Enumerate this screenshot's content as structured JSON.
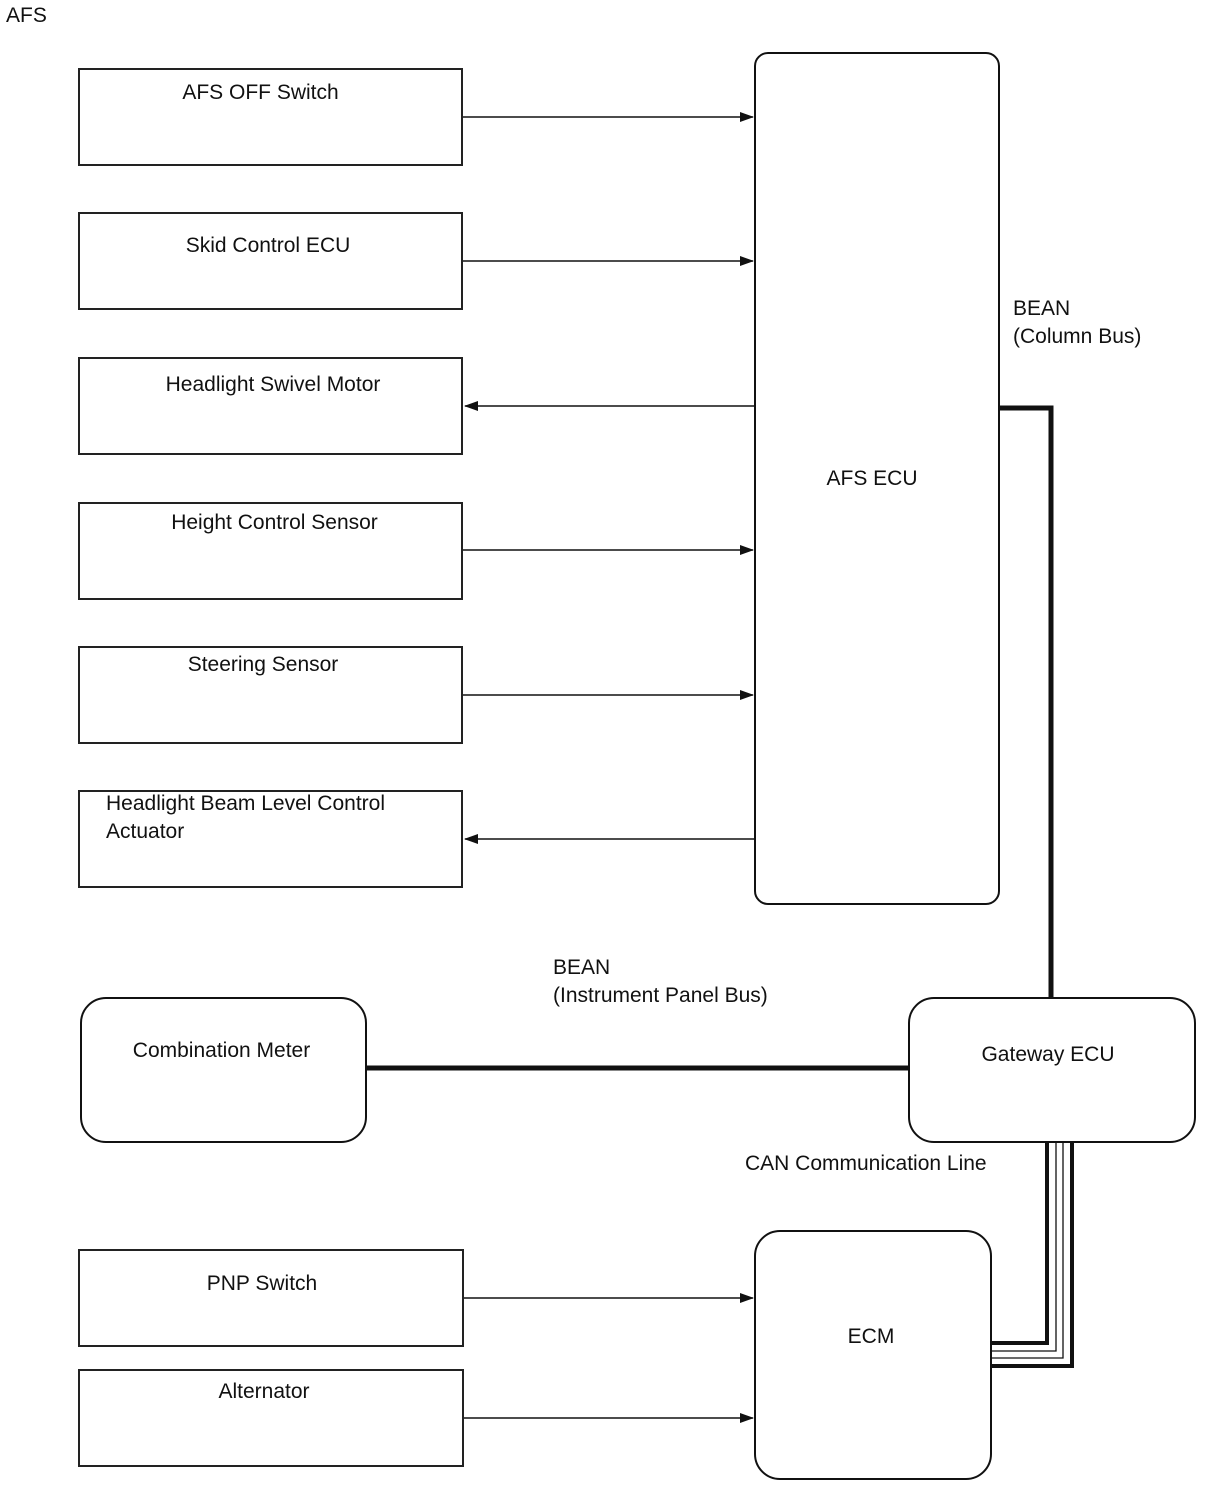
{
  "diagram": {
    "title": "AFS",
    "colors": {
      "line": "#111111",
      "background": "#ffffff"
    },
    "nodes": {
      "afs_off_switch": "AFS OFF Switch",
      "skid_control_ecu": "Skid Control ECU",
      "headlight_swivel_motor": "Headlight Swivel Motor",
      "height_control_sensor": "Height Control Sensor",
      "steering_sensor": "Steering Sensor",
      "headlight_beam_actuator": "Headlight Beam Level Control\nActuator",
      "afs_ecu": "AFS ECU",
      "combination_meter": "Combination Meter",
      "gateway_ecu": "Gateway ECU",
      "pnp_switch": "PNP Switch",
      "alternator": "Alternator",
      "ecm": "ECM"
    },
    "buses": {
      "column_bus": "BEAN\n(Column Bus)",
      "instrument_panel_bus": "BEAN\n(Instrument Panel Bus)",
      "can_line": "CAN Communication Line"
    }
  }
}
